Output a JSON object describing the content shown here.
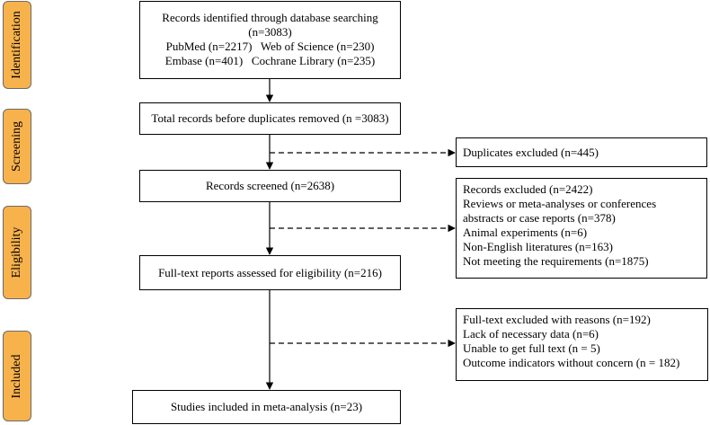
{
  "phases": {
    "identification": "Identification",
    "screening": "Screening",
    "eligibility": "Eligibility",
    "included": "Included"
  },
  "identified": {
    "line1": "Records identified through database searching",
    "line2": "(n=3083)",
    "line3": "PubMed (n=2217)   Web of Science (n=230)",
    "line4": "Embase (n=401)   Cochrane Library (n=235)"
  },
  "total": "Total records before duplicates removed (n =3083)",
  "duplicates": "Duplicates excluded (n=445)",
  "screened": "Records screened (n=2638)",
  "records_excluded": [
    "Records excluded (n=2422)",
    "Reviews or meta-analyses or conferences",
    "abstracts or case reports (n=378)",
    "Animal experiments (n=6)",
    "Non-English literatures (n=163)",
    "Not meeting the requirements (n=1875)"
  ],
  "fulltext": "Full-text reports assessed for eligibility (n=216)",
  "fulltext_excluded": [
    "Full-text excluded with reasons (n=192)",
    "Lack of necessary data (n=6)",
    "Unable to get full text (n = 5)",
    "Outcome indicators without concern (n = 182)"
  ],
  "included": "Studies included in meta-analysis (n=23)"
}
